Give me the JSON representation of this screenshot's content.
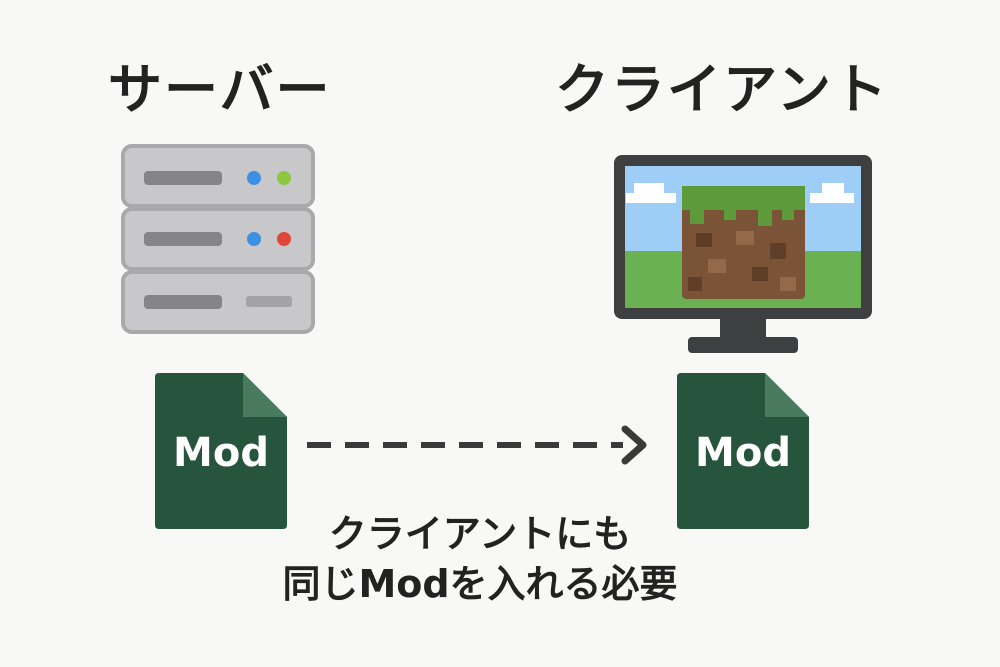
{
  "server": {
    "title": "サーバー"
  },
  "client": {
    "title": "クライアント"
  },
  "server_mod": {
    "label": "Mod"
  },
  "client_mod": {
    "label": "Mod"
  },
  "caption": {
    "line1": "クライアントにも",
    "line2": "同じModを入れる必要"
  },
  "colors": {
    "mod_file": "#27543c",
    "mod_fold": "#4a7a5d",
    "server_body": "#c8c8ca",
    "server_border": "#a9a9ab",
    "led_blue": "#3d8fe3",
    "led_green": "#8dc63f",
    "led_red": "#e0473c",
    "monitor_frame": "#3d3f41",
    "sky": "#9ecdf6",
    "grass": "#6ab251",
    "arrow": "#3a3a3a"
  },
  "icons": [
    "server-icon",
    "monitor-icon",
    "grass-block-icon",
    "mod-file-icon",
    "dashed-arrow-icon"
  ]
}
